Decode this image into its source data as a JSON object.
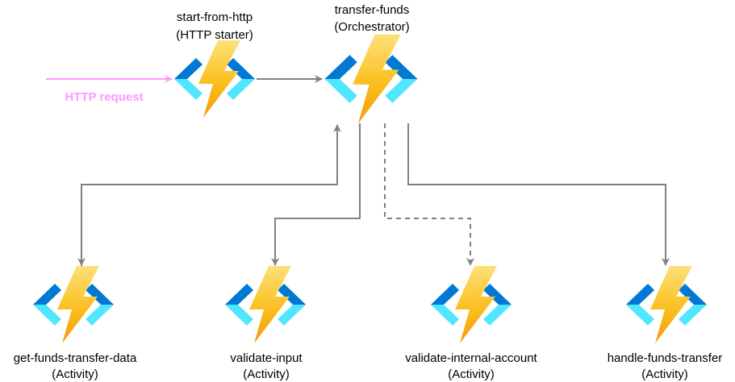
{
  "colors": {
    "connector": "#808080",
    "http_request": "#ff99ff",
    "icon_bracket_dark": "#0078d4",
    "icon_bracket_light": "#50e6ff",
    "bolt_top": "#fde07a",
    "bolt_bottom": "#f59a0c"
  },
  "icon_name": "azure-function-icon",
  "http_request": {
    "label": "HTTP request"
  },
  "nodes": {
    "starter": {
      "name": "start-from-http",
      "type": "(HTTP starter)"
    },
    "orchestrator": {
      "name": "transfer-funds",
      "type": "(Orchestrator)"
    },
    "activity1": {
      "name": "get-funds-transfer-data",
      "type": "(Activity)"
    },
    "activity2": {
      "name": "validate-input",
      "type": "(Activity)"
    },
    "activity3": {
      "name": "validate-internal-account",
      "type": "(Activity)"
    },
    "activity4": {
      "name": "handle-funds-transfer",
      "type": "(Activity)"
    }
  }
}
